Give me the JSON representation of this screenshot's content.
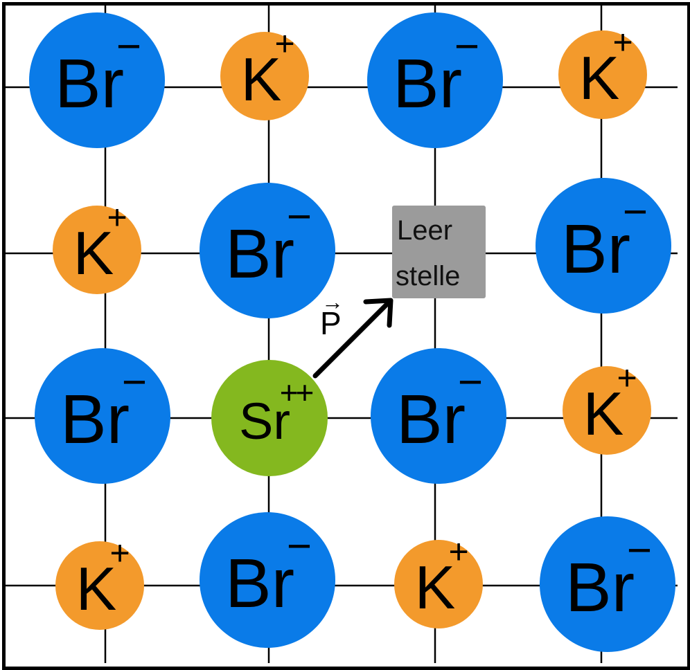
{
  "colors": {
    "br": "#0a7be8",
    "k": "#f39a2c",
    "sr": "#84b81f",
    "vacancy": "#9b9b9b"
  },
  "ions": {
    "br": {
      "symbol": "Br",
      "charge": "−"
    },
    "k": {
      "symbol": "K",
      "charge": "+"
    },
    "sr": {
      "symbol": "Sr",
      "charge": "++"
    }
  },
  "grid": [
    [
      "br",
      "k",
      "br",
      "k"
    ],
    [
      "k",
      "br",
      "vacancy",
      "br"
    ],
    [
      "br",
      "sr",
      "br",
      "k"
    ],
    [
      "k",
      "br",
      "k",
      "br"
    ]
  ],
  "vacancy": {
    "line1": "Leer",
    "line2": "stelle"
  },
  "vector": {
    "label": "P"
  }
}
